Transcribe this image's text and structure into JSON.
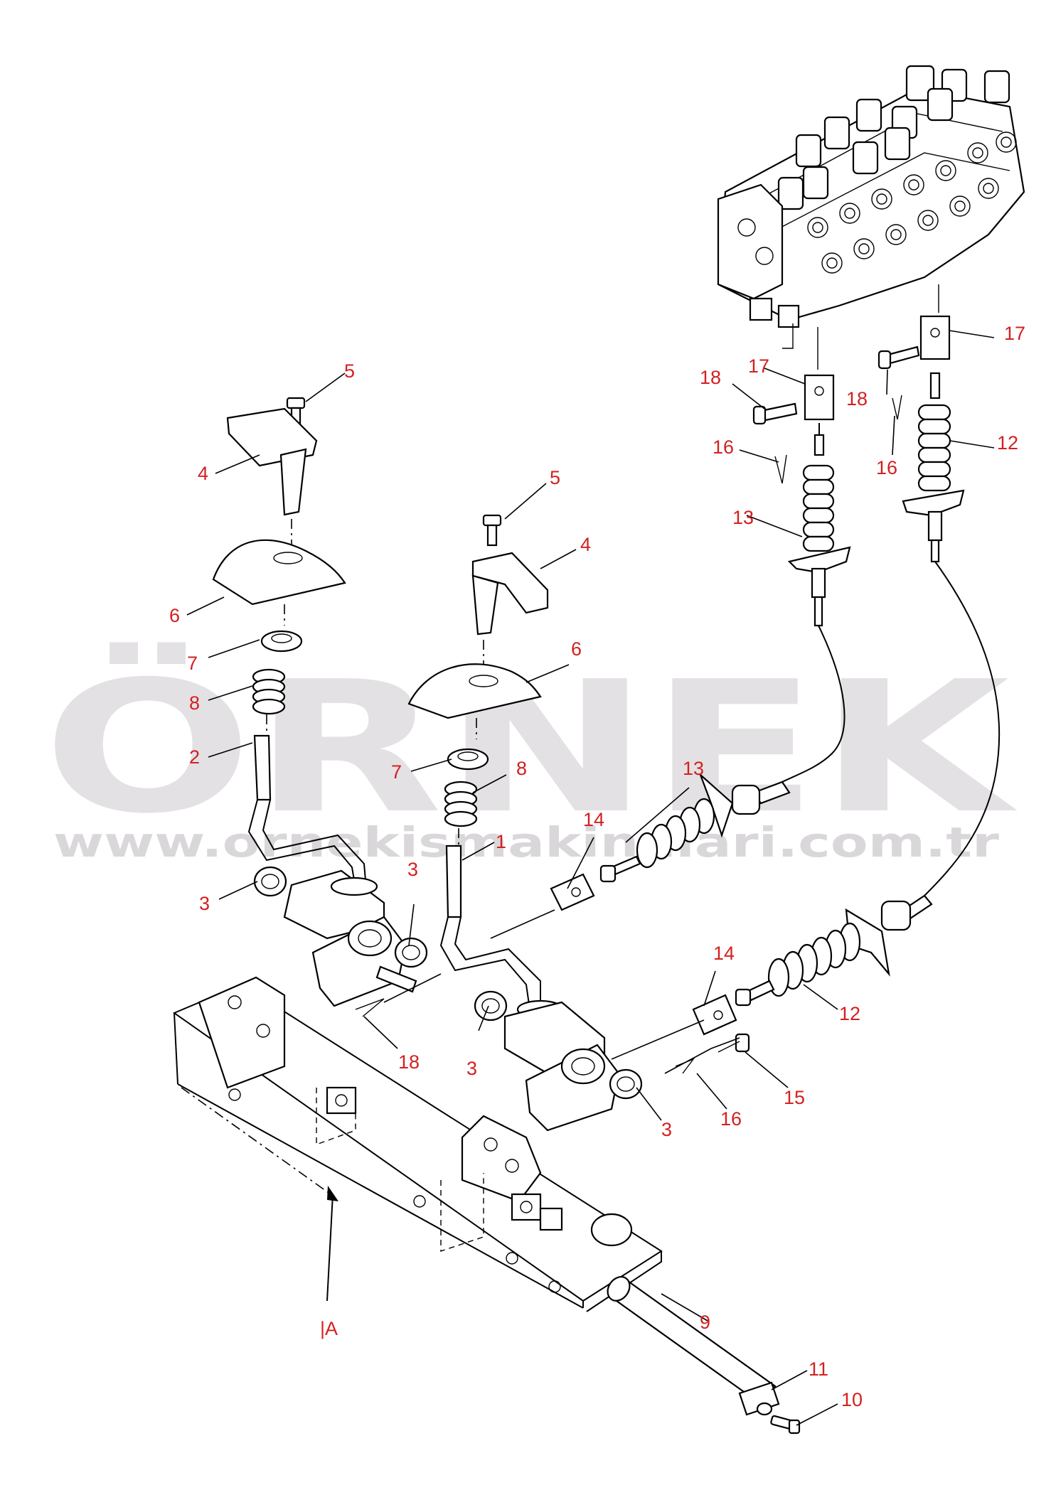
{
  "watermark": {
    "brand": "ÖRNEK",
    "url": "www.ornekismakinalari.com.tr",
    "accent_color": "#f2c84b",
    "gray_color": "#e3e1e4"
  },
  "callouts": {
    "c1": "1",
    "c2": "2",
    "c3a": "3",
    "c3b": "3",
    "c3c": "3",
    "c3d": "3",
    "c4a": "4",
    "c4b": "4",
    "c5a": "5",
    "c5b": "5",
    "c6a": "6",
    "c6b": "6",
    "c7a": "7",
    "c7b": "7",
    "c8a": "8",
    "c8b": "8",
    "c9": "9",
    "c10": "10",
    "c11": "11",
    "c12a": "12",
    "c12b": "12",
    "c13a": "13",
    "c13b": "13",
    "c14a": "14",
    "c14b": "14",
    "c15": "15",
    "c16a": "16",
    "c16b": "16",
    "c16c": "16",
    "c17a": "17",
    "c17b": "17",
    "c18a": "18",
    "c18b": "18",
    "c18c": "18"
  },
  "view_marker": "|A",
  "colors": {
    "callout": "#d42020",
    "line": "#000000"
  }
}
